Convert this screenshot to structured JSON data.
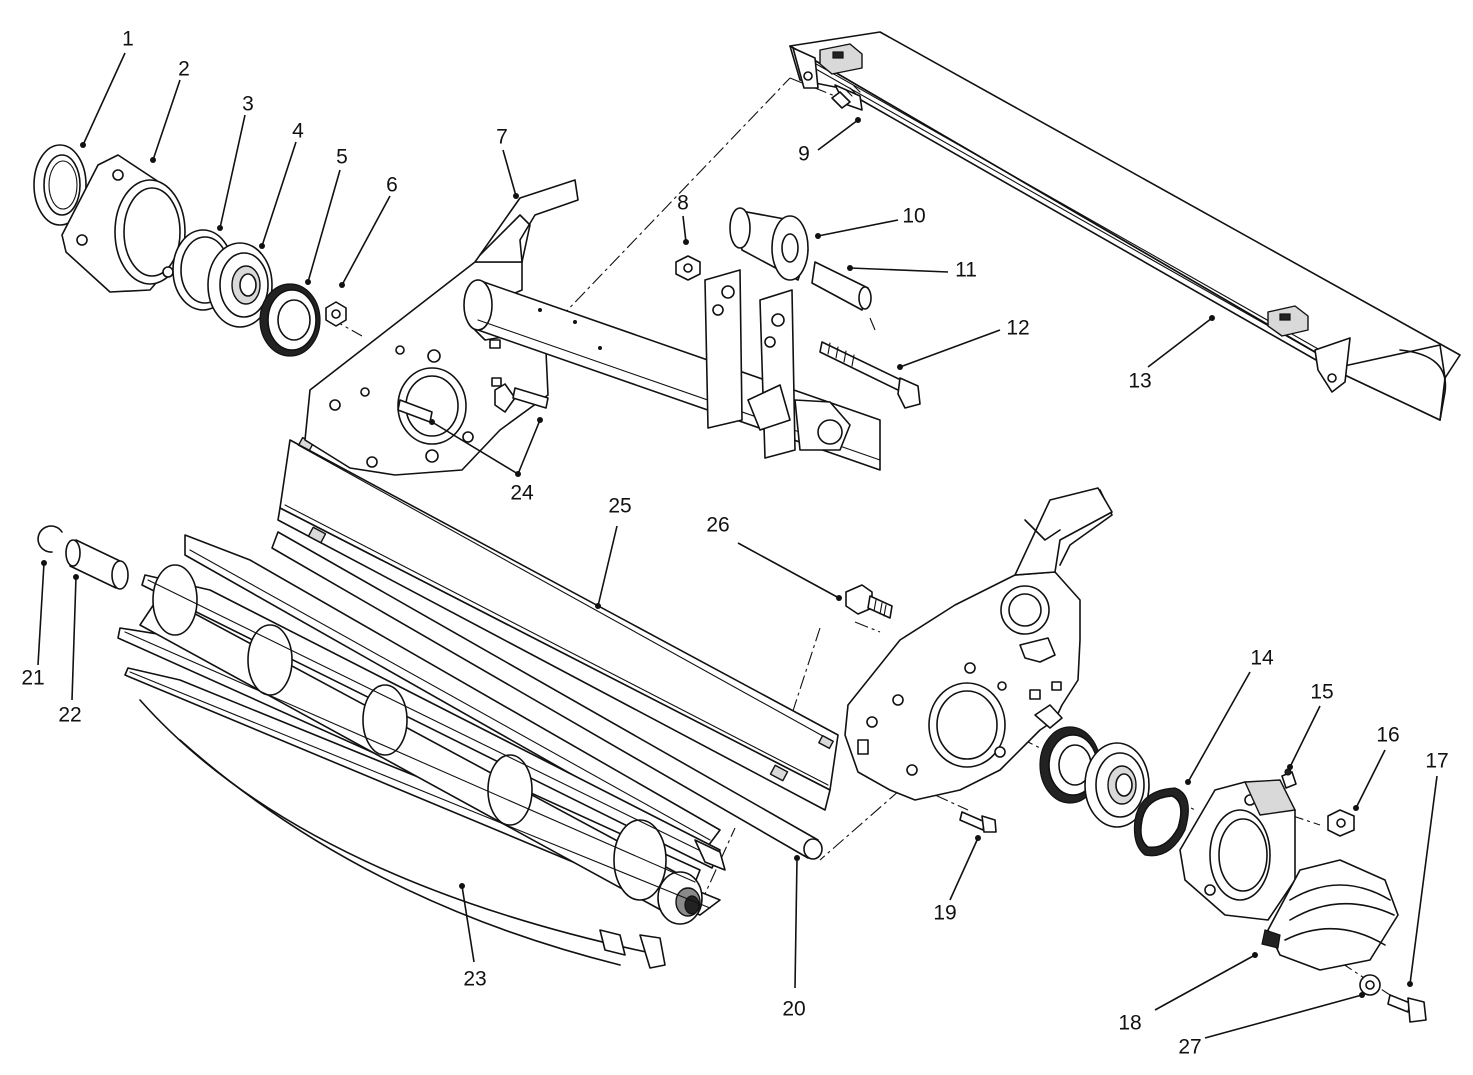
{
  "callouts": [
    {
      "id": "1",
      "text": "1"
    },
    {
      "id": "2",
      "text": "2"
    },
    {
      "id": "3",
      "text": "3"
    },
    {
      "id": "4",
      "text": "4"
    },
    {
      "id": "5",
      "text": "5"
    },
    {
      "id": "6",
      "text": "6"
    },
    {
      "id": "7",
      "text": "7"
    },
    {
      "id": "8",
      "text": "8"
    },
    {
      "id": "9",
      "text": "9"
    },
    {
      "id": "10",
      "text": "10"
    },
    {
      "id": "11",
      "text": "11"
    },
    {
      "id": "12",
      "text": "12"
    },
    {
      "id": "13",
      "text": "13"
    },
    {
      "id": "14",
      "text": "14"
    },
    {
      "id": "15",
      "text": "15"
    },
    {
      "id": "16",
      "text": "16"
    },
    {
      "id": "17",
      "text": "17"
    },
    {
      "id": "18",
      "text": "18"
    },
    {
      "id": "19",
      "text": "19"
    },
    {
      "id": "20",
      "text": "20"
    },
    {
      "id": "21",
      "text": "21"
    },
    {
      "id": "22",
      "text": "22"
    },
    {
      "id": "23",
      "text": "23"
    },
    {
      "id": "24",
      "text": "24"
    },
    {
      "id": "25",
      "text": "25"
    },
    {
      "id": "26",
      "text": "26"
    },
    {
      "id": "27",
      "text": "27"
    }
  ],
  "colors": {
    "line": "#111111",
    "background": "#ffffff",
    "shade": "#d9d9d9"
  }
}
